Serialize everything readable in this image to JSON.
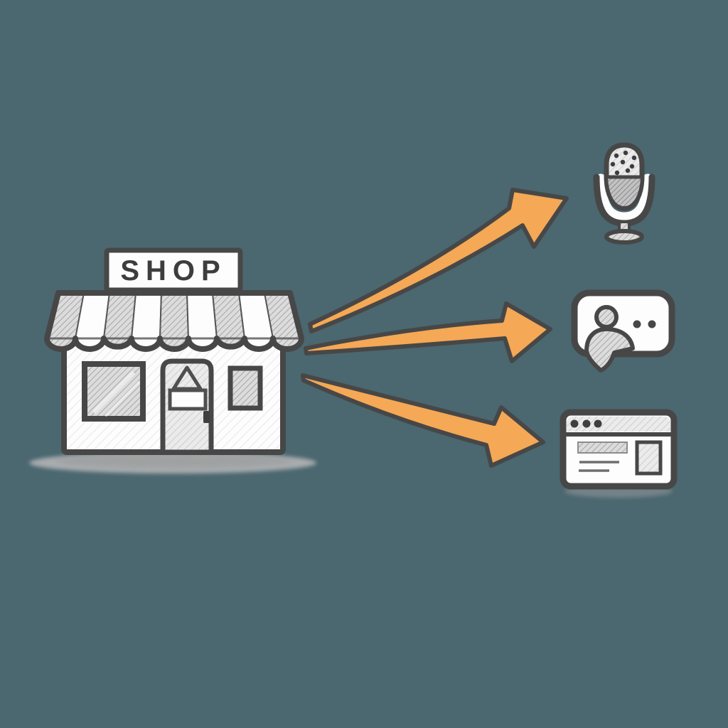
{
  "scene": {
    "background_color": "#4B6770",
    "colors": {
      "arrow_fill": "#F5A855",
      "outline": "#474747",
      "paper": "#FDFDFD",
      "pencil_shading": "#B9B9B9"
    },
    "shop": {
      "sign_label": "SHOP"
    },
    "arrows": [
      {
        "name": "arrow-to-microphone",
        "direction": "up-right"
      },
      {
        "name": "arrow-to-chat",
        "direction": "right"
      },
      {
        "name": "arrow-to-browser",
        "direction": "down-right"
      }
    ],
    "channels": [
      {
        "icon": "microphone-icon"
      },
      {
        "icon": "chat-bubble-icon"
      },
      {
        "icon": "browser-window-icon"
      }
    ]
  }
}
